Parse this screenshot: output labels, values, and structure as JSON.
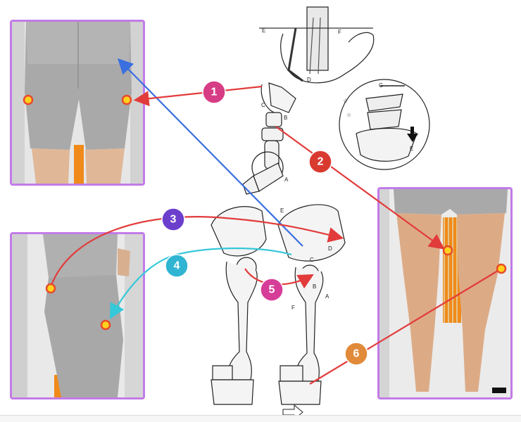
{
  "badges": [
    {
      "label": "1",
      "color": "#d63d85"
    },
    {
      "label": "2",
      "color": "#d93a30"
    },
    {
      "label": "3",
      "color": "#6b3fcc"
    },
    {
      "label": "4",
      "color": "#2fb5d2"
    },
    {
      "label": "5",
      "color": "#d63d99"
    },
    {
      "label": "6",
      "color": "#e08a3a"
    }
  ],
  "diagram_labels": {
    "e_top": "E",
    "f_top": "F",
    "d_pelvis": "D",
    "c_hip": "C",
    "b_hip": "B",
    "a_ankle": "A",
    "g_sacrum": "G",
    "e_sacrum": "E",
    "e_pelvis": "E",
    "d_right": "D",
    "c_right": "C",
    "b_right": "B",
    "a_right": "A",
    "f_right": "F"
  },
  "colors": {
    "frame": "#c27be8",
    "red_arrow": "#e23b3b",
    "blue_arrow": "#3a6fe0",
    "cyan_arrow": "#35c8d8",
    "marker_fill": "#ffd21e",
    "marker_ring": "#e84a2a"
  },
  "icons": [
    "arrow-down-icon",
    "arrow-right-icon",
    "star-icon"
  ]
}
